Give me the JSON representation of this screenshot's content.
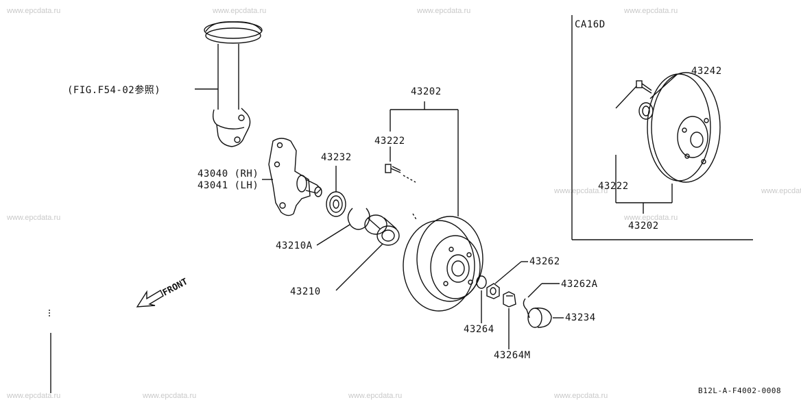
{
  "watermark": "www.epcdata.ru",
  "reference_note": "(FIG.F54-02参照)",
  "front_label": "FRONT",
  "inset_title": "CA16D",
  "diagram_code": "B12L-A-F4002-0008",
  "parts": {
    "p43202": "43202",
    "p43222": "43222",
    "p43232": "43232",
    "p43040": "43040 (RH)",
    "p43041": "43041 (LH)",
    "p43210A": "43210A",
    "p43210": "43210",
    "p43262": "43262",
    "p43262A": "43262A",
    "p43264": "43264",
    "p43264M": "43264M",
    "p43234": "43234",
    "inset_43242": "43242",
    "inset_43222": "43222",
    "inset_43202": "43202"
  }
}
